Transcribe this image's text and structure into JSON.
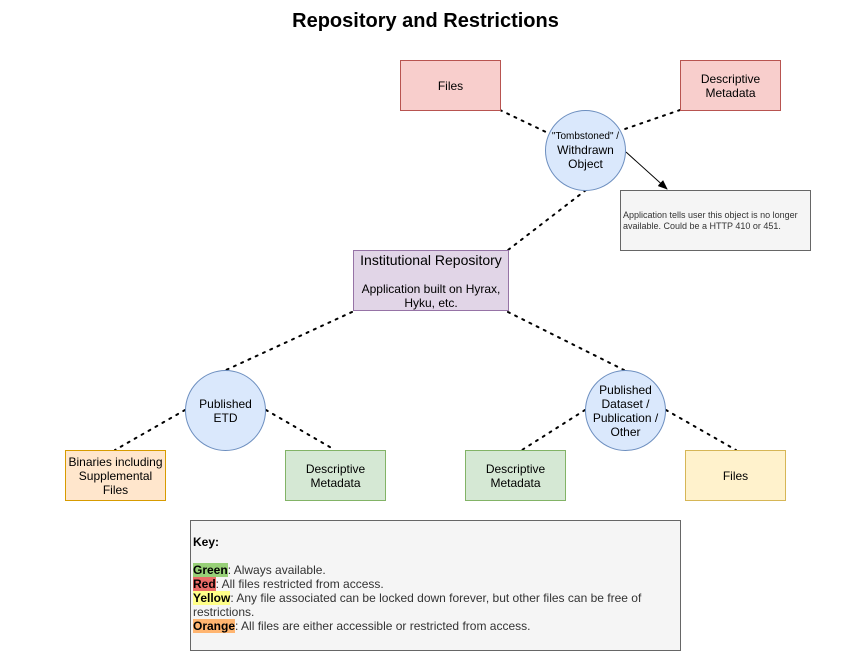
{
  "title": "Repository and Restrictions",
  "nodes": {
    "top_files": "Files",
    "top_metadata": [
      "Descriptive",
      "Metadata"
    ],
    "tombstoned": [
      "\"Tombstoned\" /",
      "Withdrawn",
      "Object"
    ],
    "note": "Application tells user this object is no longer available. Could be a HTTP 410 or 451.",
    "repository_title": "Institutional Repository",
    "repository_sub": [
      "Application built on Hyrax,",
      "Hyku, etc."
    ],
    "etd": [
      "Published",
      "ETD"
    ],
    "dataset": [
      "Published",
      "Dataset /",
      "Publication /",
      "Other"
    ],
    "binaries": [
      "Binaries including",
      "Supplemental",
      "Files"
    ],
    "etd_metadata": [
      "Descriptive",
      "Metadata"
    ],
    "dataset_metadata": [
      "Descriptive",
      "Metadata"
    ],
    "dataset_files": "Files"
  },
  "key": {
    "heading": "Key:",
    "items": [
      {
        "label": "Green",
        "text": ":  Always available.",
        "color": "#97d077"
      },
      {
        "label": "Red",
        "text": ":  All files restricted from access.",
        "color": "#ea6b66"
      },
      {
        "label": "Yellow",
        "text": ":  Any file associated can be locked down forever, but other files can be free of restrictions.",
        "color": "#ffff88"
      },
      {
        "label": "Orange",
        "text": ": All files are either accessible or restricted from access.",
        "color": "#ffb570"
      }
    ]
  }
}
